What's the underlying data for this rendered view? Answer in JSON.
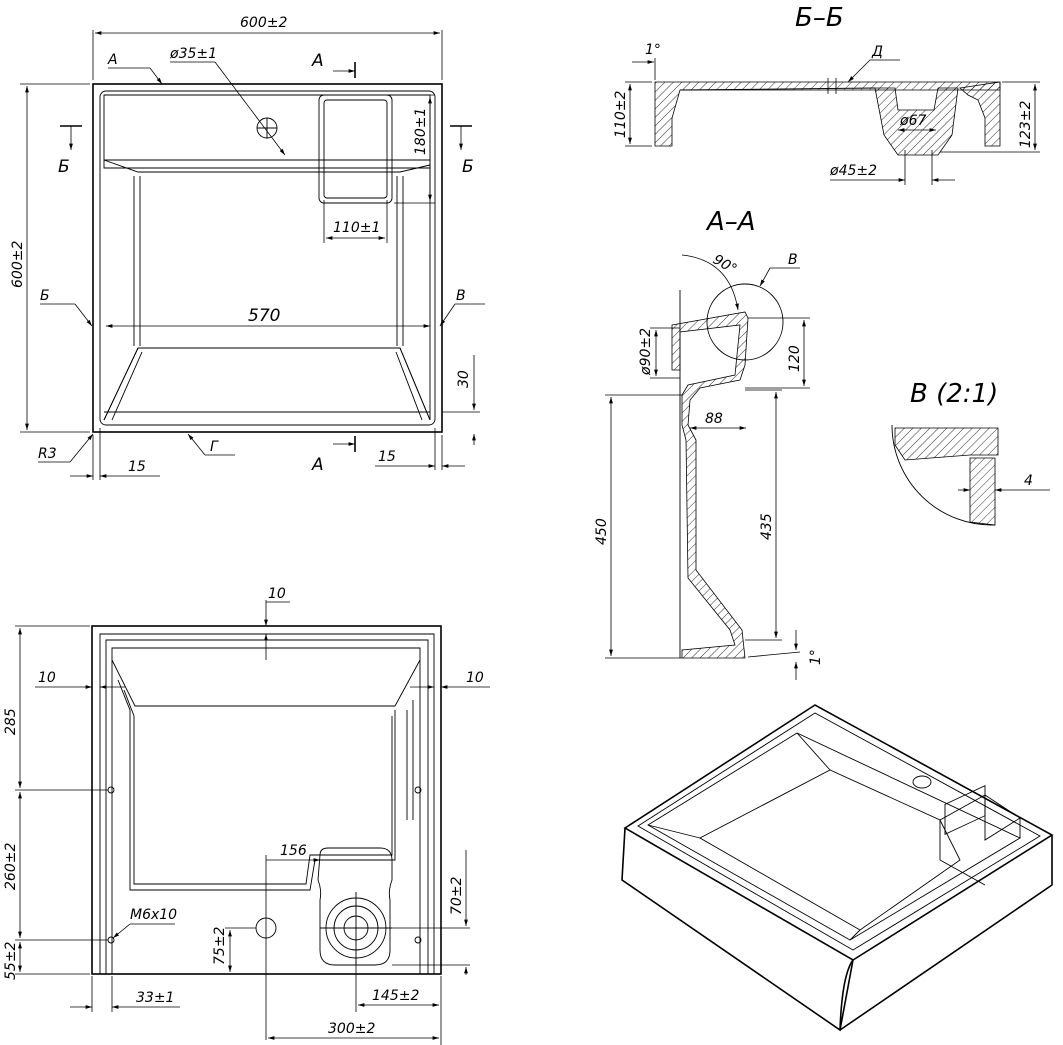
{
  "top_view": {
    "width_dim": "600±2",
    "height_dim": "600±2",
    "hole_dim": "ø35±1",
    "section_a_label": "A",
    "section_b_label": "Б",
    "section_v_label": "В",
    "section_g_label": "Г",
    "pocket_height_dim": "180±1",
    "pocket_width_dim": "110±1",
    "inner_width_dim": "570",
    "lip_dim": "30",
    "radius_dim": "R3",
    "left_edge_dim": "15",
    "right_edge_dim": "15"
  },
  "bottom_view": {
    "top_offset_dim": "10",
    "left_offset_dim": "10",
    "right_offset_dim": "10",
    "dim_285": "285",
    "dim_260": "260±2",
    "dim_55": "55±2",
    "thread_dim": "M6x10",
    "dim_156": "156",
    "dim_70": "70±2",
    "dim_75": "75±2",
    "dim_33": "33±1",
    "dim_145": "145±2",
    "dim_300": "300±2"
  },
  "section_bb": {
    "title": "Б–Б",
    "angle_dim": "1°",
    "d_label": "Д",
    "height_left_dim": "110±2",
    "height_right_dim": "123±2",
    "drain_dim": "ø67",
    "drain_outer_dim": "ø45±2"
  },
  "section_aa": {
    "title": "А–А",
    "angle_dim": "90°",
    "detail_label": "В",
    "hole_dim": "ø90±2",
    "dim_120": "120",
    "dim_88": "88",
    "dim_450": "450",
    "dim_435": "435",
    "angle_bottom_dim": "1°"
  },
  "detail_v": {
    "title": "В (2:1)",
    "thickness_dim": "4"
  }
}
